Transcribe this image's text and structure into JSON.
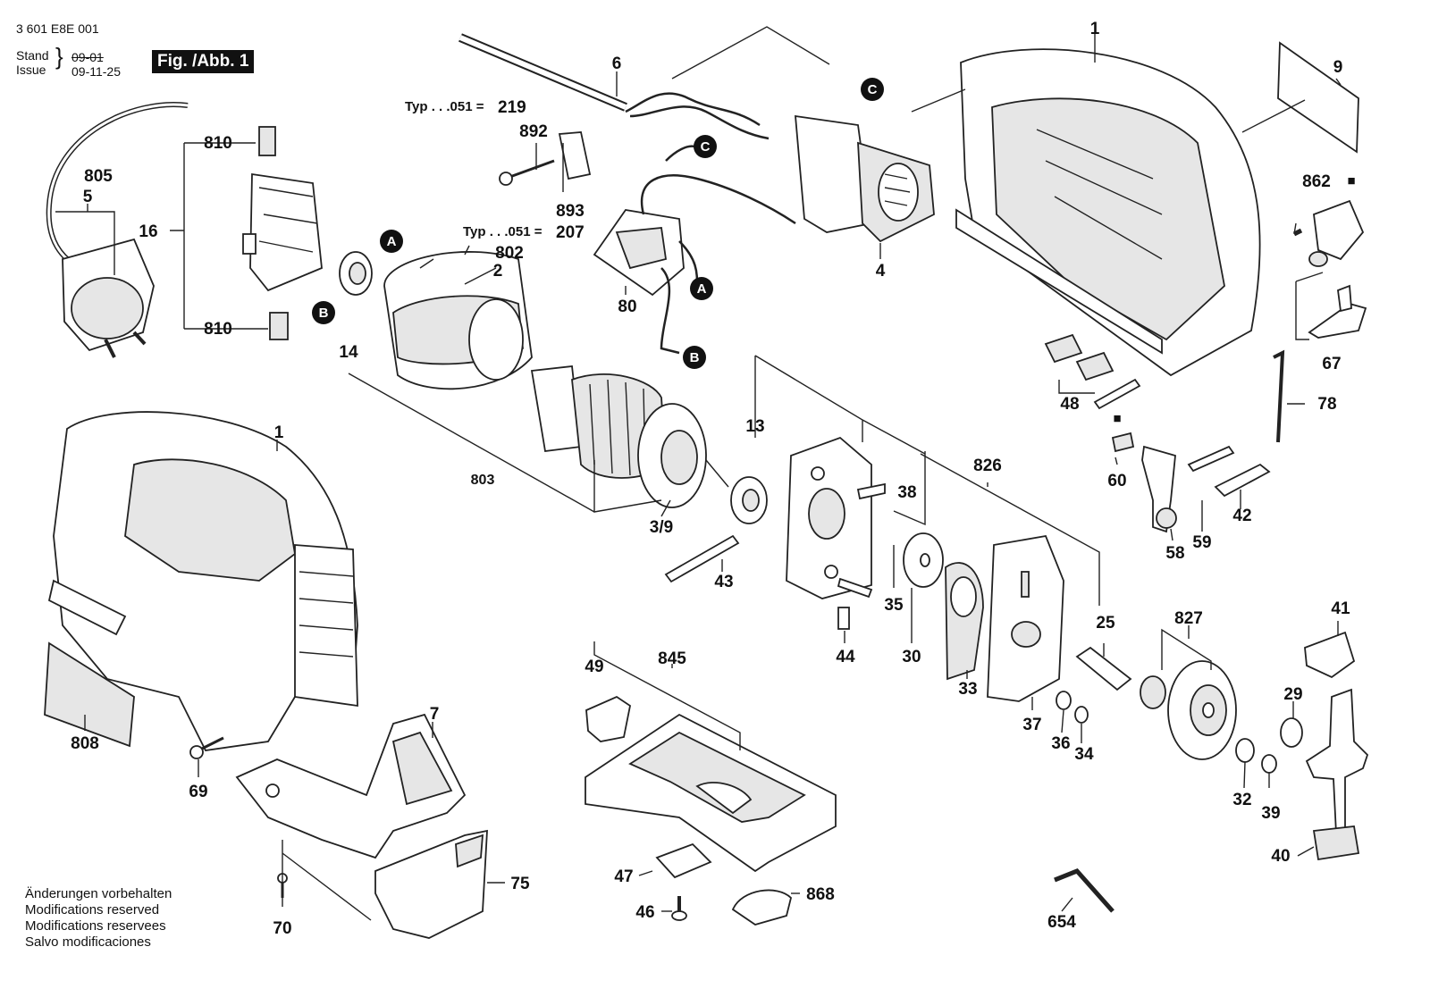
{
  "header": {
    "doc_number": "3 601 E8E 001",
    "stand_label": "Stand",
    "issue_label": "Issue",
    "stand_date_struck": "09-01",
    "issue_date": "09-11-25",
    "figure_label": "Fig. /Abb. 1"
  },
  "type_notes": [
    {
      "text": "Typ . . .051 =",
      "number": "219"
    },
    {
      "text": "Typ . . .051 =",
      "number": "207"
    }
  ],
  "connector_markers": [
    "A",
    "A",
    "B",
    "B",
    "C",
    "C"
  ],
  "part_labels": [
    "1",
    "1",
    "805",
    "5",
    "810",
    "810",
    "16",
    "14",
    "892",
    "893",
    "6",
    "802",
    "2",
    "80",
    "4",
    "9",
    "862",
    "67",
    "78",
    "48",
    "13",
    "803",
    "3/9",
    "38",
    "826",
    "43",
    "35",
    "44",
    "30",
    "33",
    "25",
    "37",
    "36",
    "34",
    "827",
    "41",
    "29",
    "32",
    "39",
    "40",
    "60",
    "58",
    "59",
    "42",
    "808",
    "69",
    "7",
    "75",
    "70",
    "49",
    "845",
    "47",
    "46",
    "868",
    "654"
  ],
  "symbols": {
    "square_note": "■"
  },
  "footer_notes": [
    "Änderungen vorbehalten",
    "Modifications reserved",
    "Modifications reservees",
    "Salvo modificaciones"
  ]
}
